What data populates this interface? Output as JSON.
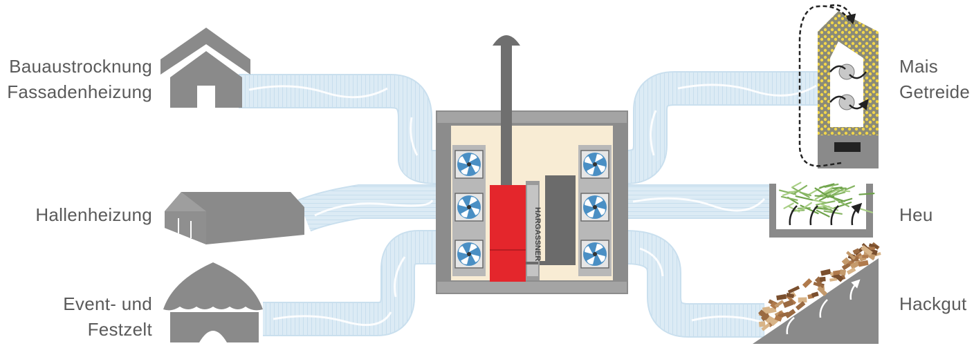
{
  "labels": {
    "left_top_line1": "Bauaustrocknung",
    "left_top_line2": "Fassadenheizung",
    "left_mid": "Hallenheizung",
    "left_bot_line1": "Event- und",
    "left_bot_line2": "Festzelt",
    "right_top_line1": "Mais",
    "right_top_line2": "Getreide",
    "right_mid": "Heu",
    "right_bot": "Hackgut"
  },
  "boiler": {
    "brand": "HARGASSNER"
  },
  "colors": {
    "gray": "#878787",
    "frame": "#8c8c8c",
    "cream": "#f8ecd4",
    "boiler_red": "#e4262c",
    "duct": "#d8e9f4",
    "duct_line": "#b6d3e6",
    "grain": "#f2d64b",
    "hay": "#8fbf6a",
    "wood": "#9a6a42"
  }
}
